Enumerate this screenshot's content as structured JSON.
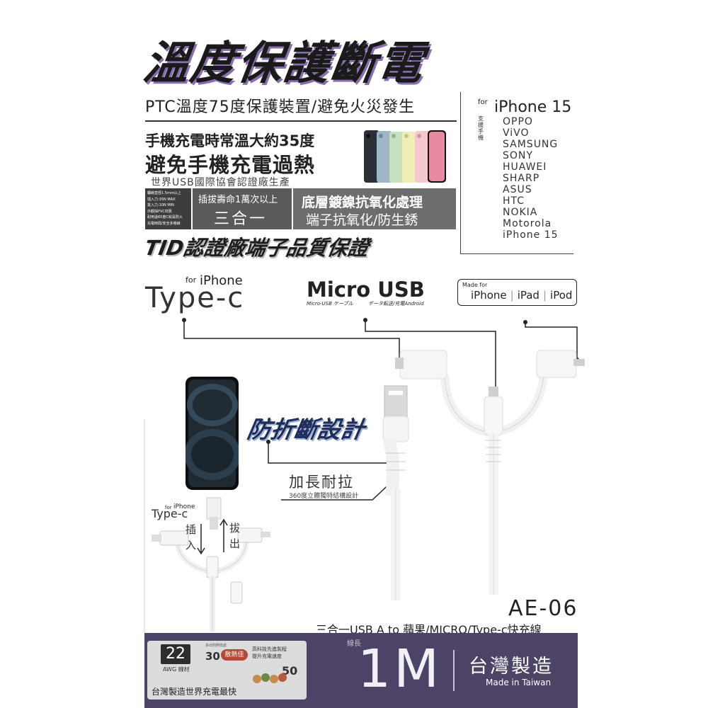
{
  "title": "溫度保護斷電",
  "ptc_line": "PTC溫度75度保護裝置/避免火災發生",
  "charge_line1": "手機充電時常溫大約35度",
  "charge_line2": "避免手機充電過熱",
  "cert_line": "世界USB國際協會認證廠生產",
  "spec_lines": [
    "纜線直徑1.5mm以上",
    "插入力:35N MAX",
    "拔入力:10N MIN",
    "外觀採PVC材質",
    "耐用溫60度C就是防火",
    "充電時間/安全多條線"
  ],
  "plug_life": "插拔壽命1萬次以上",
  "three_in_one": "三合一",
  "nickel_title": "底層鍍鎳抗氧化處理",
  "nickel_sub": "端子抗氧化/防生銹",
  "tid_line": "TID認證廠端子品質保證",
  "support": {
    "for_label": "for",
    "headline": "iPhone 15",
    "support_label": "支援手機",
    "brands": [
      "OPPO",
      "ViVO",
      "SAMSUNG",
      "SONY",
      "HUAWEI",
      "SHARP",
      "ASUS",
      "HTC",
      "NOKIA",
      "Motorola",
      "iPhone 15"
    ]
  },
  "typec": {
    "for_label": "for",
    "iphone": "iPhone",
    "big": "Type-c"
  },
  "micro": {
    "big": "Micro USB",
    "sub1": "Micro-USB ケーブル",
    "sub2": "データ転送/充電Android"
  },
  "mfi": {
    "made_for": "Made for",
    "items": [
      "iPhone",
      "iPad",
      "iPod"
    ]
  },
  "bend_title": "防折斷設計",
  "extend_label": "加長耐拉",
  "extend_sub": "360度立體獨特結構設計",
  "small_typec": {
    "for_label": "for",
    "iphone": "iPhone",
    "big": "Type-c"
  },
  "plug_in": "插入",
  "pull_out": "拔出",
  "model": "AE-06",
  "product_desc": "三合一USB A to 蘋果/MICRO/Type-c快充線",
  "awg": {
    "number": "22",
    "label": "AWG 線材",
    "v30_caption": "多出則熱低處",
    "v30": "30",
    "heat_badge": "散熱佳",
    "tech_text": [
      "高科技先進製程",
      "提升充電速度"
    ],
    "v50": "50",
    "bottom": "台灣製造世界充電最快"
  },
  "length_caption": "線長",
  "length": "1M",
  "made_in_cn": "台灣製造",
  "made_in_en": "Made in Taiwan",
  "colors": {
    "band": "#4d4366",
    "accent_purple": "#8a6fb0",
    "heat": "#b44836"
  }
}
